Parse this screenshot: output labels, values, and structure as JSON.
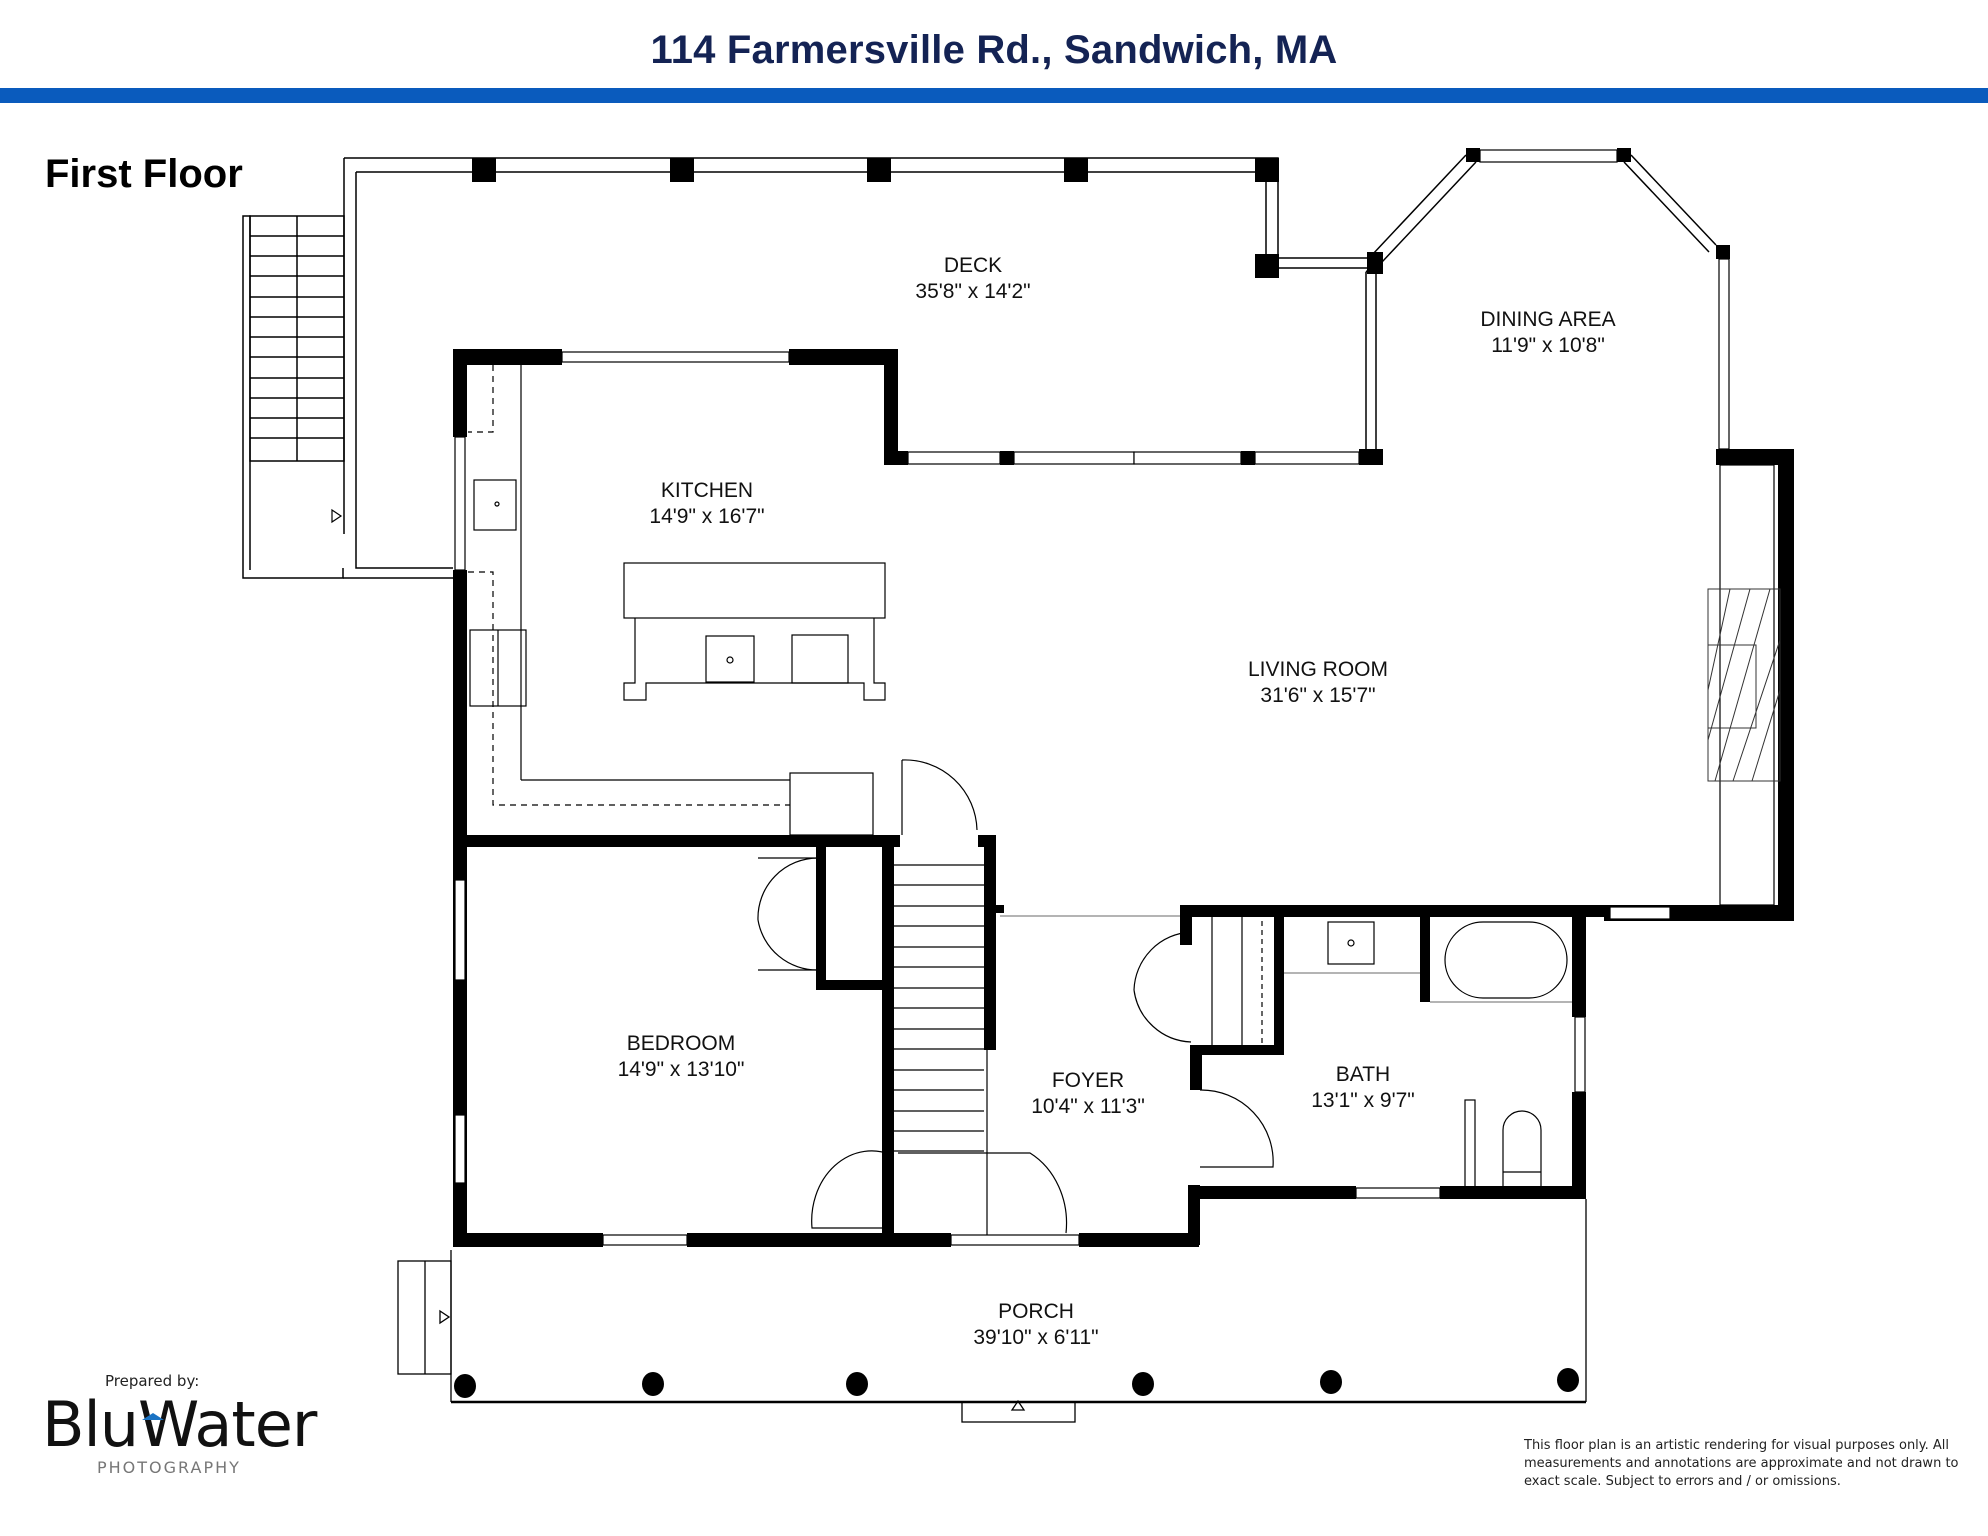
{
  "header": {
    "title": "114 Farmersville Rd., Sandwich, MA",
    "bar_color": "#0a5bbd",
    "title_color": "#142354"
  },
  "floor": {
    "label": "First Floor"
  },
  "rooms": [
    {
      "name": "DECK",
      "dimensions": "35'8\" x 14'2\""
    },
    {
      "name": "DINING AREA",
      "dimensions": "11'9\" x 10'8\""
    },
    {
      "name": "KITCHEN",
      "dimensions": "14'9\" x 16'7\""
    },
    {
      "name": "LIVING ROOM",
      "dimensions": "31'6\" x 15'7\""
    },
    {
      "name": "BEDROOM",
      "dimensions": "14'9\" x 13'10\""
    },
    {
      "name": "FOYER",
      "dimensions": "10'4\" x 11'3\""
    },
    {
      "name": "BATH",
      "dimensions": "13'1\" x 9'7\""
    },
    {
      "name": "PORCH",
      "dimensions": "39'10\" x 6'11\""
    }
  ],
  "branding": {
    "prepared_by": "Prepared by:",
    "name": "BluWater",
    "subtitle": "PHOTOGRAPHY",
    "accent_color": "#1a73c4"
  },
  "disclaimer": "This floor plan is an artistic rendering for visual purposes only.  All measurements and annotations are approximate and not drawn to exact scale. Subject to errors and / or omissions."
}
